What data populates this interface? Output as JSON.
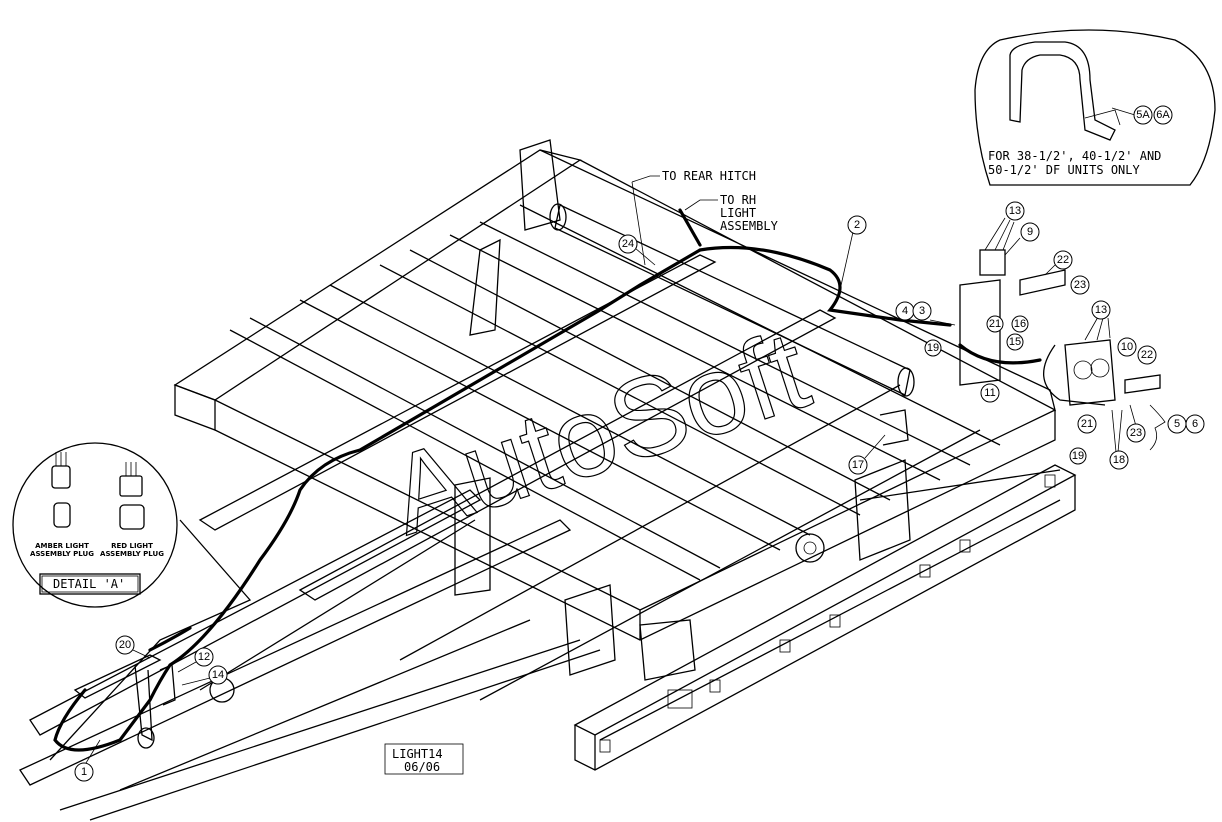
{
  "watermark": "AutoSoft",
  "inset_note": {
    "line1": "FOR 38-1/2', 40-1/2' AND",
    "line2": "50-1/2' DF UNITS ONLY"
  },
  "callouts_text": {
    "to_rear_hitch": "TO REAR HITCH",
    "to_rh_1": "TO RH",
    "to_rh_2": "LIGHT",
    "to_rh_3": "ASSEMBLY"
  },
  "detail": {
    "amber_1": "AMBER LIGHT",
    "amber_2": "ASSEMBLY PLUG",
    "red_1": "RED LIGHT",
    "red_2": "ASSEMBLY PLUG",
    "title": "DETAIL 'A'"
  },
  "drawing_id": {
    "code": "LIGHT14",
    "date": "06/06"
  },
  "part_numbers": {
    "p1": "1",
    "p2": "2",
    "p3": "3",
    "p4": "4",
    "p5": "5",
    "p5a": "5A",
    "p6": "6",
    "p6a": "6A",
    "p9": "9",
    "p10": "10",
    "p11": "11",
    "p12": "12",
    "p13a": "13",
    "p13b": "13",
    "p14": "14",
    "p15": "15",
    "p16": "16",
    "p17": "17",
    "p18": "18",
    "p19a": "19",
    "p19b": "19",
    "p20": "20",
    "p21a": "21",
    "p21b": "21",
    "p22a": "22",
    "p22b": "22",
    "p23a": "23",
    "p23b": "23",
    "p24": "24"
  }
}
